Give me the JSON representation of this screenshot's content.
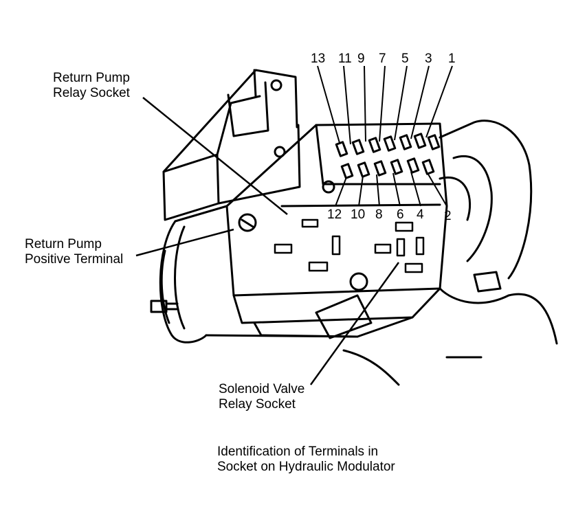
{
  "callouts": {
    "return_pump_relay_socket": [
      "Return Pump",
      "Relay Socket"
    ],
    "return_pump_positive_terminal": [
      "Return Pump",
      "Positive Terminal"
    ],
    "solenoid_valve_relay_socket": [
      "Solenoid Valve",
      "Relay Socket"
    ]
  },
  "terminals": {
    "top_row": [
      "13",
      "11",
      "9",
      "7",
      "5",
      "3",
      "1"
    ],
    "bottom_row": [
      "12",
      "10",
      "8",
      "6",
      "4",
      "2"
    ]
  },
  "caption": [
    "Identification of Terminals in",
    "Socket on Hydraulic Modulator"
  ]
}
